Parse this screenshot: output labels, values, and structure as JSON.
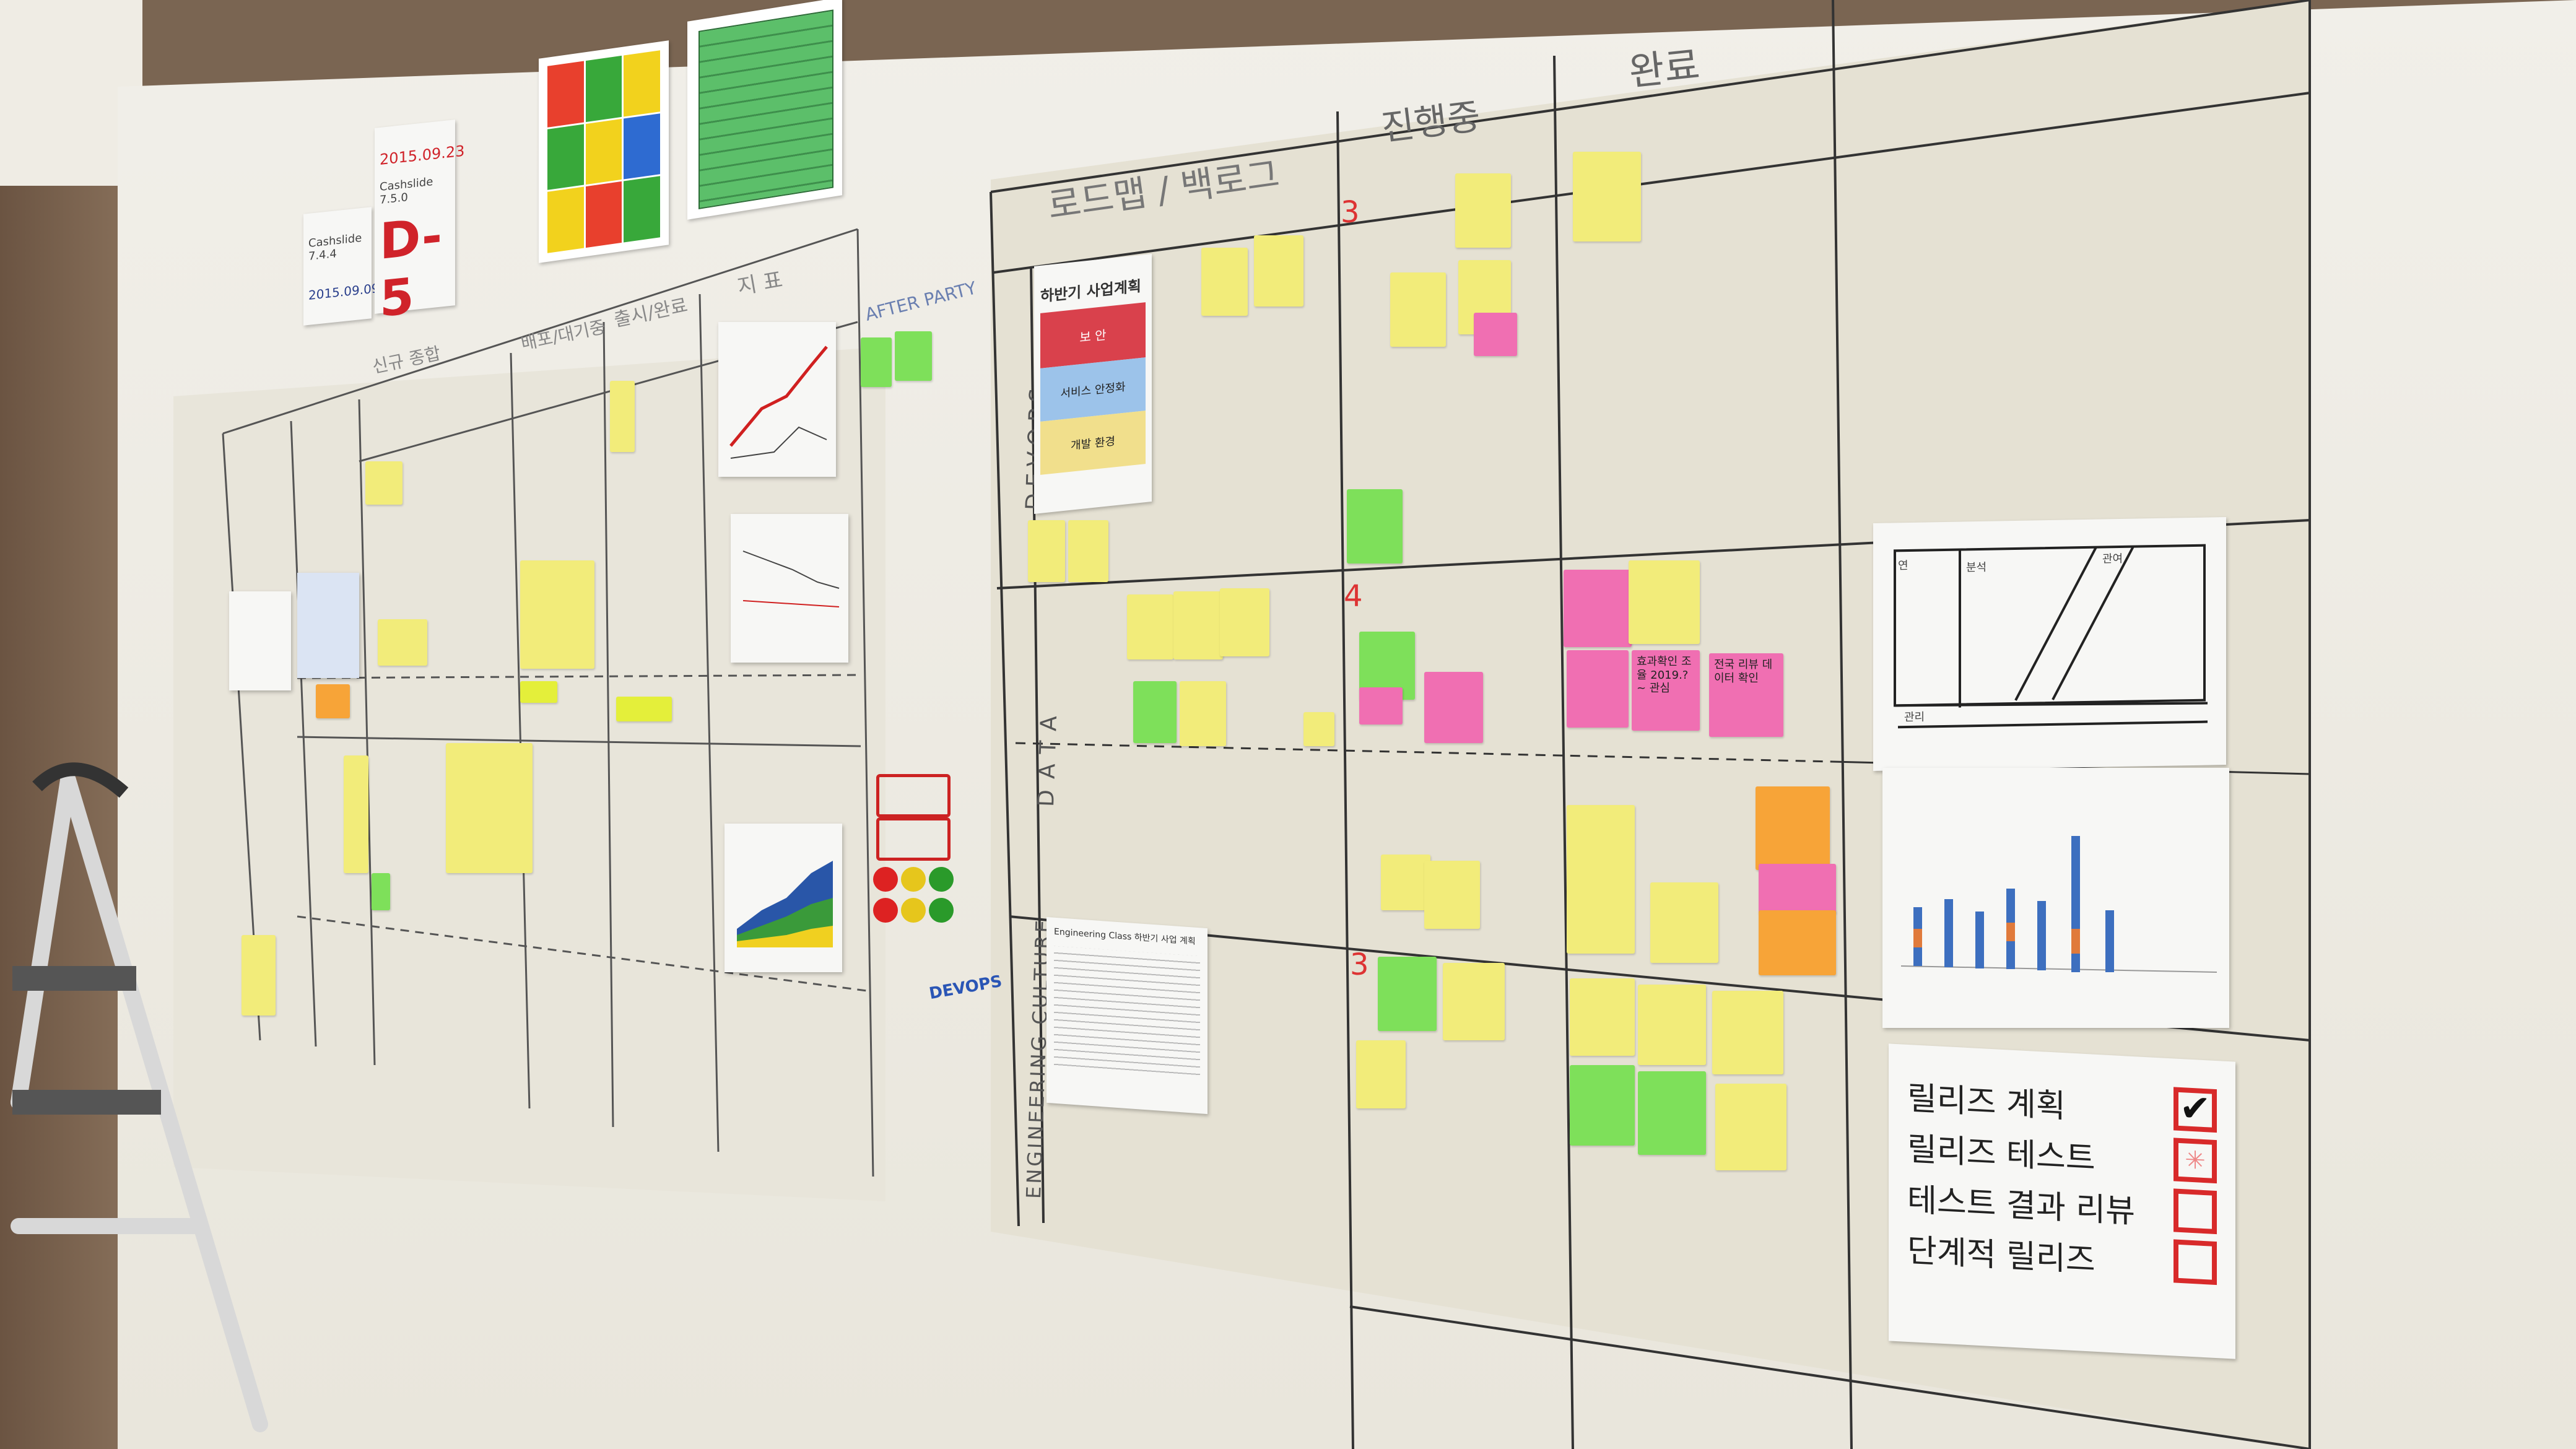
{
  "board": {
    "columns": [
      "로드맵 / 백로그",
      "진행중",
      "완료"
    ],
    "rows": [
      "DEVOPS",
      "DATA",
      "ENGINEERING CULTURE"
    ],
    "row_counts": [
      "3",
      "4",
      "3"
    ],
    "left_columns": [
      "신규 종합",
      "배포/대기중",
      "출시/완료",
      "지 표"
    ],
    "after_party": "AFTER PARTY",
    "devops_label": "DEVOPS"
  },
  "release_cards": {
    "card1": {
      "product": "Cashslide 7.4.4",
      "date": "2015.09.09"
    },
    "card2": {
      "product": "Cashslide 7.5.0",
      "date": "2015.09.23",
      "countdown": "D-5"
    }
  },
  "business_plan": {
    "title": "하반기 사업계획",
    "items": [
      "보 안",
      "서비스 안정화",
      "개발 환경"
    ]
  },
  "culture_plan": {
    "title": "Engineering Class 하반기 사업 계획"
  },
  "release_checklist": {
    "items": [
      {
        "label": "릴리즈 계획",
        "state": "checked"
      },
      {
        "label": "릴리즈 테스트",
        "state": "in-progress"
      },
      {
        "label": "테스트 결과 리뷰",
        "state": "empty"
      },
      {
        "label": "단계적 릴리즈",
        "state": "empty"
      }
    ]
  },
  "map_sketch": {
    "labels": [
      "연",
      "분석",
      "관여",
      "관리"
    ]
  },
  "notes": {
    "data_done_1": "효과확인 조율 2019.?~ 관심",
    "data_done_2": "전국 리뷰 데이터 확인"
  },
  "colors": {
    "wall": "#ece9df",
    "board": "#e7e3d6",
    "line": "#3a3a3a",
    "yellow": "#f2ec7a",
    "green": "#7ee05a",
    "pink": "#f06fb2",
    "orange": "#f7a438",
    "red": "#e03030"
  }
}
